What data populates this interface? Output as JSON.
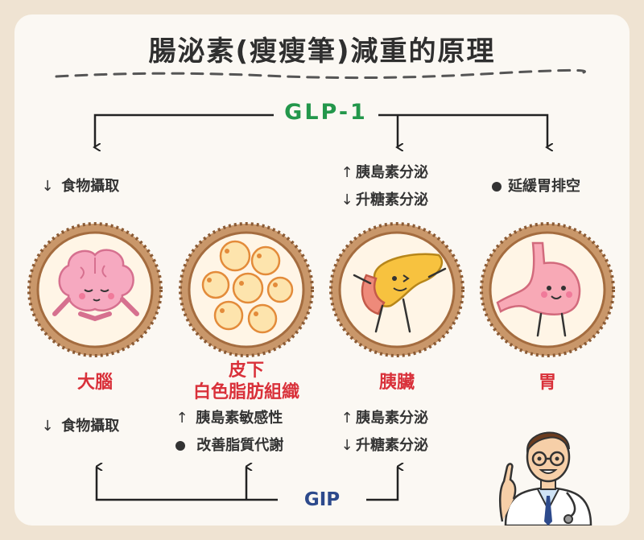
{
  "title": "腸泌素(瘦瘦筆)減重的原理",
  "glp1": "GLP-1",
  "gip": "GIP",
  "top_notes": {
    "brain": [
      {
        "arrow": "↓",
        "text": "食物攝取"
      }
    ],
    "pancreas": [
      {
        "arrow": "↑",
        "text": "胰島素分泌"
      },
      {
        "arrow": "↓",
        "text": "升糖素分泌"
      }
    ],
    "stomach": [
      {
        "arrow": "●",
        "text": "延緩胃排空"
      }
    ]
  },
  "organs": {
    "brain": "大腦",
    "fat_line1": "皮下",
    "fat_line2": "白色脂肪組織",
    "pancreas": "胰臟",
    "stomach": "胃"
  },
  "bottom_notes": {
    "brain": [
      {
        "arrow": "↓",
        "text": "食物攝取"
      }
    ],
    "fat": [
      {
        "arrow": "↑",
        "text": "胰島素敏感性"
      },
      {
        "arrow": "●",
        "text": "改善脂質代謝"
      }
    ],
    "pancreas": [
      {
        "arrow": "↑",
        "text": "胰島素分泌"
      },
      {
        "arrow": "↓",
        "text": "升糖素分泌"
      }
    ]
  },
  "icons": [
    "brain-icon",
    "fat-cells-icon",
    "pancreas-icon",
    "stomach-icon",
    "doctor-icon"
  ],
  "colors": {
    "glp1": "#23974b",
    "gip": "#2d4a8c",
    "organ_label": "#d9313a",
    "frame": "#b07848",
    "background": "#efe3d2"
  }
}
